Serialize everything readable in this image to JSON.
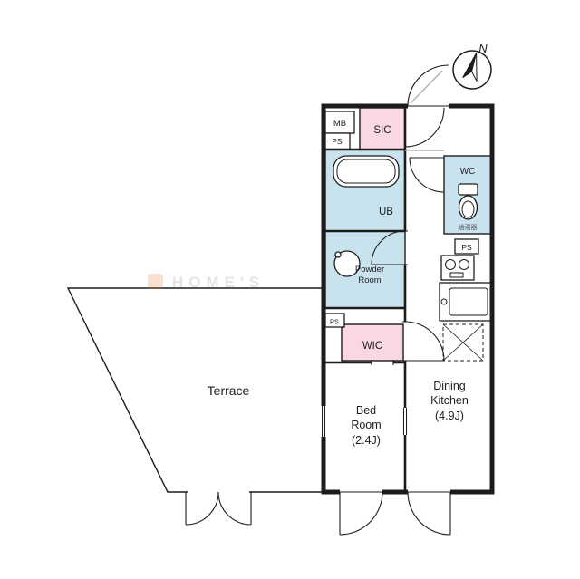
{
  "compass": {
    "north": "N"
  },
  "unit": {
    "mb": "MB",
    "ps_top": "PS",
    "ps_mid": "PS",
    "ps_wic": "PS",
    "sic": "SIC",
    "ub": "UB",
    "wc": "WC",
    "water_heater": "給湯器",
    "powder_room": {
      "line1": "Powder",
      "line2": "Room"
    },
    "wic": "WIC",
    "bedroom": {
      "line1": "Bed",
      "line2": "Room",
      "size": "(2.4J)"
    },
    "dining_kitchen": {
      "line1": "Dining",
      "line2": "Kitchen",
      "size": "(4.9J)"
    }
  },
  "terrace": {
    "label": "Terrace"
  },
  "watermark": {
    "text": "HOME'S"
  },
  "colors": {
    "pink": "#f9d8e4",
    "blue": "#c8e3ee",
    "wall": "#1c1c1c",
    "watermark_accent": "#e8762d"
  }
}
